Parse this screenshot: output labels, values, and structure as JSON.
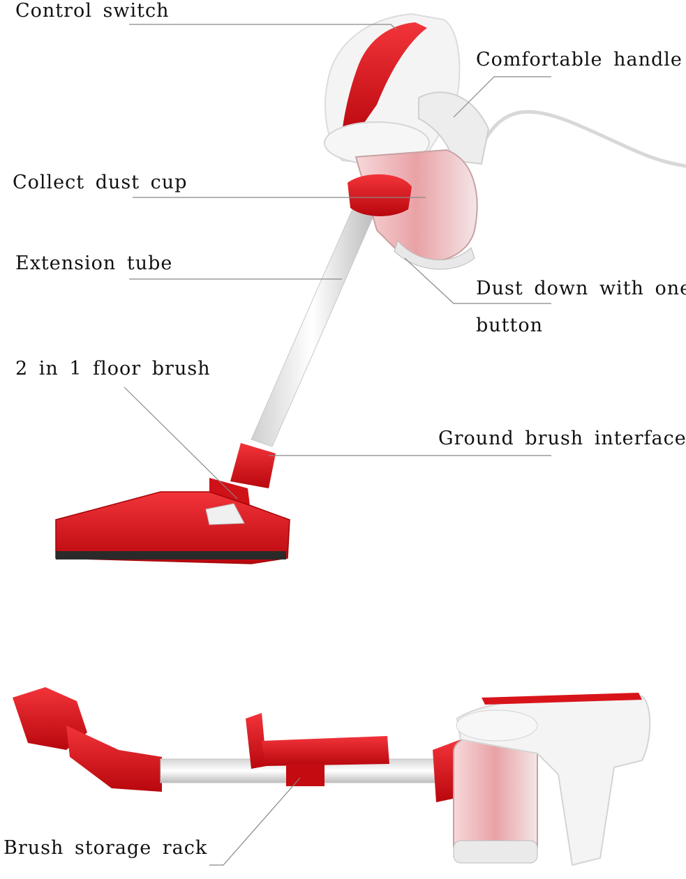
{
  "labels": {
    "control_switch": "Control switch",
    "comfortable_handle": "Comfortable handle",
    "collect_dust_cup": "Collect dust cup",
    "extension_tube": "Extension tube",
    "dust_down_line1": "Dust down with one",
    "dust_down_line2": "button",
    "floor_brush": "2 in 1 floor brush",
    "ground_brush_interface": "Ground brush interface",
    "brush_storage_rack": "Brush storage rack"
  },
  "colors": {
    "accent_red": "#e0161e",
    "dark_red": "#b5070c",
    "body_white": "#f2f2f2",
    "leader_line": "#888888"
  }
}
